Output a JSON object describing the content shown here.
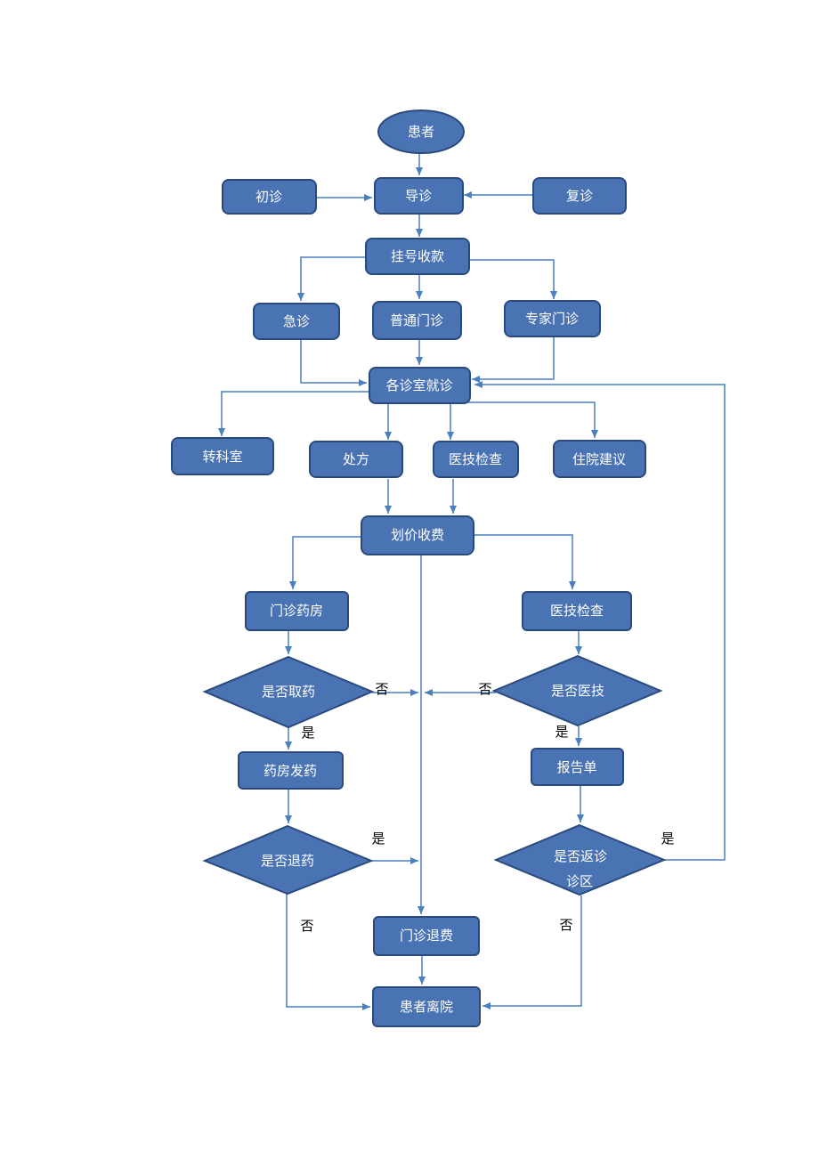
{
  "nodes": {
    "patient": "患者",
    "first_visit": "初诊",
    "triage": "导诊",
    "revisit": "复诊",
    "registration": "挂号收款",
    "emergency": "急诊",
    "general_clinic": "普通门诊",
    "expert_clinic": "专家门诊",
    "department_visit": "各诊室就诊",
    "transfer_department": "转科室",
    "prescription": "处方",
    "medical_tech_exam_1": "医技检查",
    "hospitalization_advice": "住院建议",
    "pricing_payment": "划价收费",
    "outpatient_pharmacy": "门诊药房",
    "medical_tech_exam_2": "医技检查",
    "take_medicine_q": "是否取药",
    "medical_tech_q": "是否医技",
    "pharmacy_dispense": "药房发药",
    "report": "报告单",
    "return_medicine_q": "是否退药",
    "return_visit_q": "是否返诊",
    "return_visit_q_overflow": "诊区",
    "outpatient_refund": "门诊退费",
    "patient_leaves": "患者离院"
  },
  "edge_labels": {
    "take_medicine_no": "否",
    "medical_tech_no": "否",
    "take_medicine_yes": "是",
    "medical_tech_yes": "是",
    "return_medicine_yes": "是",
    "return_visit_yes": "是",
    "return_medicine_no": "否",
    "return_visit_no": "否"
  },
  "colors": {
    "node_fill": "#4a73b3",
    "node_border": "#2a4a7e",
    "edge": "#4a7fc1",
    "node_text": "#ffffff"
  }
}
